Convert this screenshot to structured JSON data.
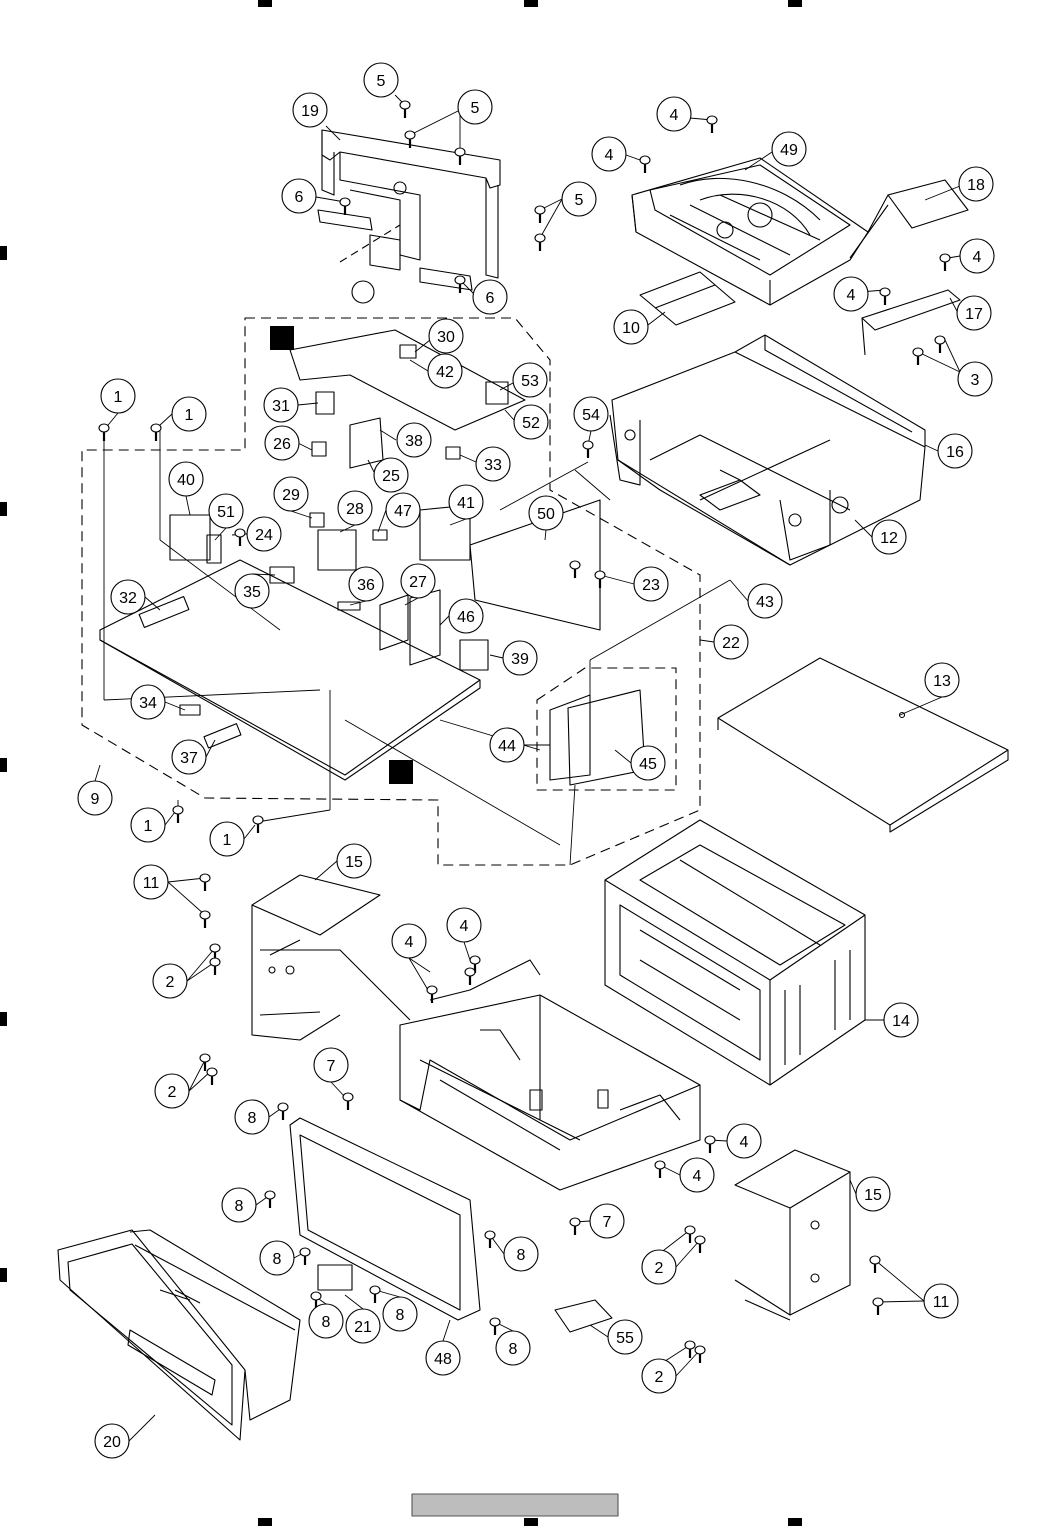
{
  "diagram": {
    "callouts": [
      {
        "id": "c5a",
        "label": "5"
      },
      {
        "id": "c19",
        "label": "19"
      },
      {
        "id": "c5b",
        "label": "5"
      },
      {
        "id": "c6a",
        "label": "6"
      },
      {
        "id": "c5c",
        "label": "5"
      },
      {
        "id": "c6b",
        "label": "6"
      },
      {
        "id": "c4a",
        "label": "4"
      },
      {
        "id": "c4b",
        "label": "4"
      },
      {
        "id": "c49",
        "label": "49"
      },
      {
        "id": "c18",
        "label": "18"
      },
      {
        "id": "c4c",
        "label": "4"
      },
      {
        "id": "c4d",
        "label": "4"
      },
      {
        "id": "c17",
        "label": "17"
      },
      {
        "id": "c3",
        "label": "3"
      },
      {
        "id": "c10",
        "label": "10"
      },
      {
        "id": "c30",
        "label": "30"
      },
      {
        "id": "c42",
        "label": "42"
      },
      {
        "id": "c53",
        "label": "53"
      },
      {
        "id": "c31",
        "label": "31"
      },
      {
        "id": "c52",
        "label": "52"
      },
      {
        "id": "c26",
        "label": "26"
      },
      {
        "id": "c38",
        "label": "38"
      },
      {
        "id": "c33",
        "label": "33"
      },
      {
        "id": "c25",
        "label": "25"
      },
      {
        "id": "c1a",
        "label": "1"
      },
      {
        "id": "c1b",
        "label": "1"
      },
      {
        "id": "c54",
        "label": "54"
      },
      {
        "id": "c16",
        "label": "16"
      },
      {
        "id": "c40",
        "label": "40"
      },
      {
        "id": "c51",
        "label": "51"
      },
      {
        "id": "c24",
        "label": "24"
      },
      {
        "id": "c29",
        "label": "29"
      },
      {
        "id": "c28",
        "label": "28"
      },
      {
        "id": "c47",
        "label": "47"
      },
      {
        "id": "c41",
        "label": "41"
      },
      {
        "id": "c50",
        "label": "50"
      },
      {
        "id": "c12",
        "label": "12"
      },
      {
        "id": "c35",
        "label": "35"
      },
      {
        "id": "c36",
        "label": "36"
      },
      {
        "id": "c27",
        "label": "27"
      },
      {
        "id": "c23",
        "label": "23"
      },
      {
        "id": "c43",
        "label": "43"
      },
      {
        "id": "c32",
        "label": "32"
      },
      {
        "id": "c46",
        "label": "46"
      },
      {
        "id": "c22",
        "label": "22"
      },
      {
        "id": "c39",
        "label": "39"
      },
      {
        "id": "c13",
        "label": "13"
      },
      {
        "id": "c34",
        "label": "34"
      },
      {
        "id": "c44",
        "label": "44"
      },
      {
        "id": "c37",
        "label": "37"
      },
      {
        "id": "c45",
        "label": "45"
      },
      {
        "id": "c9",
        "label": "9"
      },
      {
        "id": "c1c",
        "label": "1"
      },
      {
        "id": "c1d",
        "label": "1"
      },
      {
        "id": "c15a",
        "label": "15"
      },
      {
        "id": "c11a",
        "label": "11"
      },
      {
        "id": "c4e",
        "label": "4"
      },
      {
        "id": "c4f",
        "label": "4"
      },
      {
        "id": "c2a",
        "label": "2"
      },
      {
        "id": "c14",
        "label": "14"
      },
      {
        "id": "c2b",
        "label": "2"
      },
      {
        "id": "c7a",
        "label": "7"
      },
      {
        "id": "c8a",
        "label": "8"
      },
      {
        "id": "c4g",
        "label": "4"
      },
      {
        "id": "c4h",
        "label": "4"
      },
      {
        "id": "c15b",
        "label": "15"
      },
      {
        "id": "c8b",
        "label": "8"
      },
      {
        "id": "c7b",
        "label": "7"
      },
      {
        "id": "c8c",
        "label": "8"
      },
      {
        "id": "c8d",
        "label": "8"
      },
      {
        "id": "c2c",
        "label": "2"
      },
      {
        "id": "c11b",
        "label": "11"
      },
      {
        "id": "c8e",
        "label": "8"
      },
      {
        "id": "c21",
        "label": "21"
      },
      {
        "id": "c8f",
        "label": "8"
      },
      {
        "id": "c55",
        "label": "55"
      },
      {
        "id": "c8g",
        "label": "8"
      },
      {
        "id": "c48",
        "label": "48"
      },
      {
        "id": "c2d",
        "label": "2"
      },
      {
        "id": "c20",
        "label": "20"
      }
    ]
  }
}
